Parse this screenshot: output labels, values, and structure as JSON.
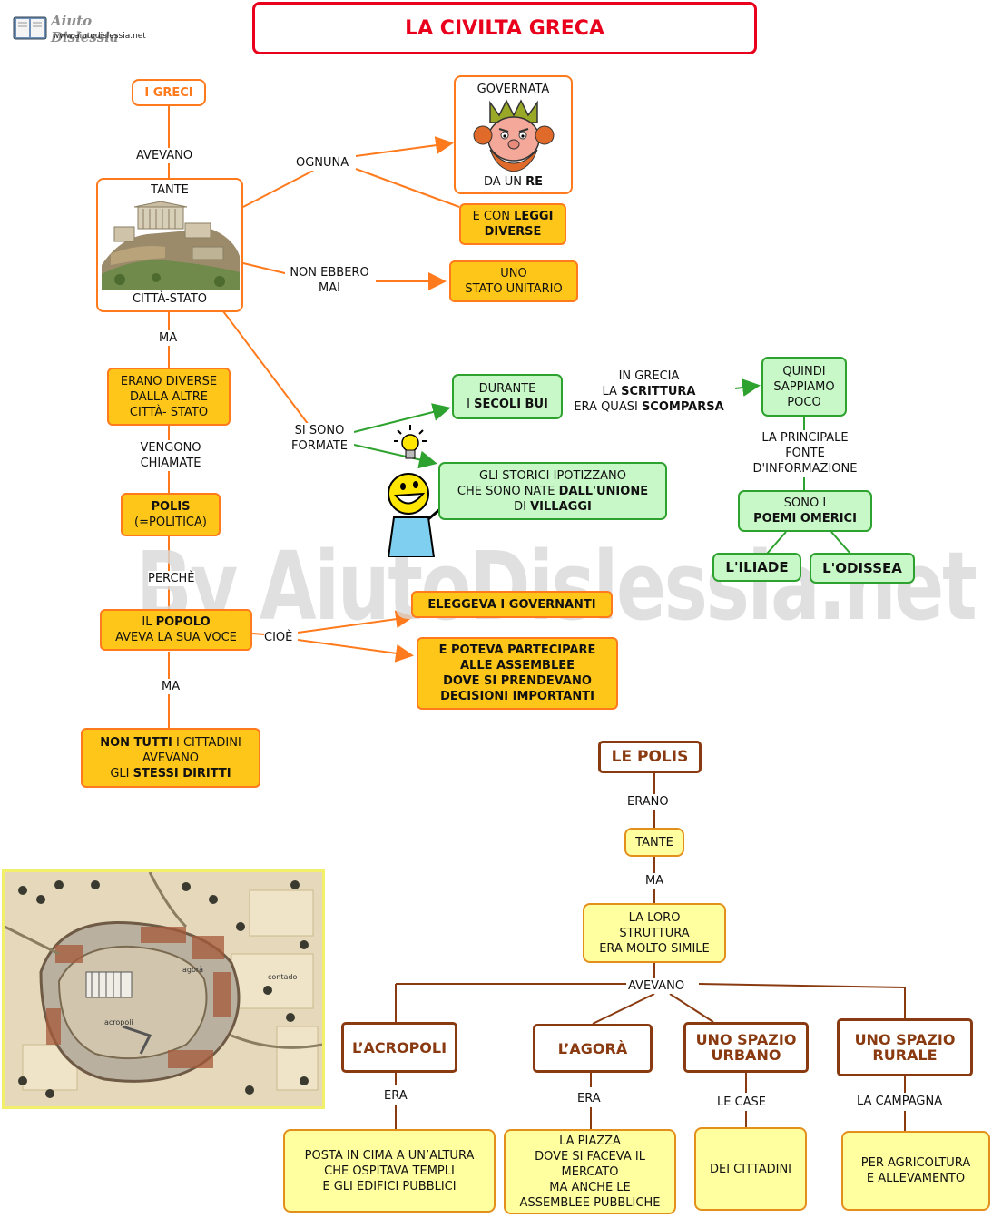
{
  "header": {
    "logo_title": "Aiuto Dislessia",
    "logo_url": "www.aiutodislessia.net",
    "title": "LA CIVILTA GRECA"
  },
  "watermark": "By AiutoDislessia.net",
  "map1": {
    "i_greci": "I GRECI",
    "avevano": "AVEVANO",
    "tante": "TANTE",
    "citta_stato": "CITTÀ-STATO",
    "ognuna": "OGNUNA",
    "governata": "GOVERNATA",
    "da_un": "DA UN ",
    "re": "RE",
    "e_con": "E CON ",
    "leggi": "LEGGI",
    "diverse": "DIVERSE",
    "non_ebbero": "NON EBBERO",
    "mai": "MAI",
    "uno": "UNO",
    "stato_unitario": "STATO UNITARIO",
    "ma1": "MA",
    "erano_diverse_1": "ERANO DIVERSE",
    "erano_diverse_2": "DALLA ALTRE",
    "erano_diverse_3": "CITTÀ- STATO",
    "vengono": "VENGONO",
    "chiamate": "CHIAMATE",
    "polis": "POLIS",
    "politica": "(=POLITICA)",
    "perche": "PERCHÈ",
    "il": "IL ",
    "popolo": "POPOLO",
    "aveva_voce": "AVEVA LA SUA VOCE",
    "cioe": "CIOÈ",
    "eleggeva": "ELEGGEVA I GOVERNANTI",
    "poteva_1": "E POTEVA PARTECIPARE",
    "poteva_2": "ALLE ASSEMBLEE",
    "poteva_3": "DOVE SI PRENDEVANO",
    "poteva_4": "DECISIONI IMPORTANTI",
    "ma2": "MA",
    "non_tutti": "NON TUTTI",
    "i_cittadini": " I CITTADINI",
    "avevano2": "AVEVANO",
    "gli": "GLI ",
    "stessi_diritti": "STESSI DIRITTI",
    "si_sono": "SI SONO",
    "formate": "FORMATE",
    "durante": "DURANTE",
    "i": "I ",
    "secoli_bui": "SECOLI BUI",
    "in_grecia": "IN GRECIA",
    "la": "LA ",
    "scrittura": "SCRITTURA",
    "era_quasi": "ERA QUASI ",
    "scomparsa": "SCOMPARSA",
    "quindi_1": "QUINDI",
    "quindi_2": "SAPPIAMO",
    "quindi_3": "POCO",
    "principale_1": "LA PRINCIPALE",
    "principale_2": "FONTE",
    "principale_3": "D'INFORMAZIONE",
    "sono_i": "SONO I",
    "poemi": "POEMI OMERICI",
    "iliade": "L'ILIADE",
    "odissea": "L'ODISSEA",
    "storici_1": "GLI STORICI IPOTIZZANO",
    "storici_2a": "CHE SONO NATE ",
    "storici_2b": "DALL'UNIONE",
    "storici_3a": "DI ",
    "storici_3b": "VILLAGGI"
  },
  "map2": {
    "le_polis": "LE POLIS",
    "erano": "ERANO",
    "tante": "TANTE",
    "ma": "MA",
    "struttura_1": "LA LORO",
    "struttura_2": "STRUTTURA",
    "struttura_3": "ERA MOLTO SIMILE",
    "avevano": "AVEVANO",
    "acropoli": "L’ACROPOLI",
    "agora": "L’AGORÀ",
    "urbano_1": "UNO SPAZIO",
    "urbano_2": "URBANO",
    "rurale_1": "UNO SPAZIO",
    "rurale_2": "RURALE",
    "era1": "ERA",
    "era2": "ERA",
    "le_case": "LE CASE",
    "la_campagna": "LA CAMPAGNA",
    "acropoli_desc_1": "POSTA IN CIMA A UN’ALTURA",
    "acropoli_desc_2": "CHE OSPITAVA TEMPLI",
    "acropoli_desc_3": "E GLI EDIFICI PUBBLICI",
    "agora_desc_1": "LA PIAZZA",
    "agora_desc_2": "DOVE SI FACEVA IL",
    "agora_desc_3": "MERCATO",
    "agora_desc_4": "MA ANCHE LE",
    "agora_desc_5": "ASSEMBLEE PUBBLICHE",
    "urbano_desc": "DEI CITTADINI",
    "rurale_desc_1": "PER AGRICOLTURA",
    "rurale_desc_2": "E ALLEVAMENTO"
  },
  "city_map_labels": {
    "agora": "agorà",
    "acropoli": "acropoli",
    "contado": "contado"
  },
  "colors": {
    "orange": "#ff7a1c",
    "gold": "#ffc61a",
    "green": "#2ea22e",
    "brown": "#8a3a10",
    "red": "#e8001c"
  }
}
